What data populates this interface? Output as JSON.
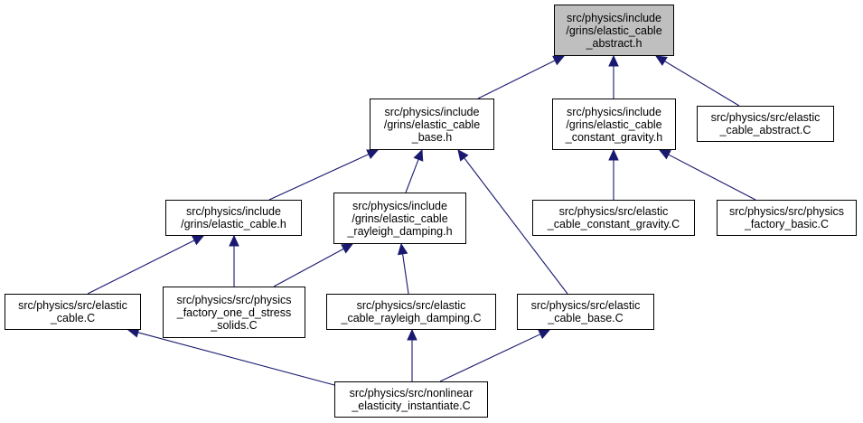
{
  "colors": {
    "edge": "#191970",
    "root_fill": "#bfbfbf",
    "node_fill": "#ffffff",
    "border": "#000000"
  },
  "nodes": {
    "abstract_h": "src/physics/include\n/grins/elastic_cable\n_abstract.h",
    "base_h": "src/physics/include\n/grins/elastic_cable\n_base.h",
    "constant_gravity_h": "src/physics/include\n/grins/elastic_cable\n_constant_gravity.h",
    "abstract_c": "src/physics/src/elastic\n_cable_abstract.C",
    "cable_h": "src/physics/include\n/grins/elastic_cable.h",
    "rayleigh_h": "src/physics/include\n/grins/elastic_cable\n_rayleigh_damping.h",
    "constant_gravity_c": "src/physics/src/elastic\n_cable_constant_gravity.C",
    "factory_basic_c": "src/physics/src/physics\n_factory_basic.C",
    "cable_c": "src/physics/src/elastic\n_cable.C",
    "factory_stress_c": "src/physics/src/physics\n_factory_one_d_stress\n_solids.C",
    "rayleigh_c": "src/physics/src/elastic\n_cable_rayleigh_damping.C",
    "base_c": "src/physics/src/elastic\n_cable_base.C",
    "nonlinear_c": "src/physics/src/nonlinear\n_elasticity_instantiate.C"
  }
}
